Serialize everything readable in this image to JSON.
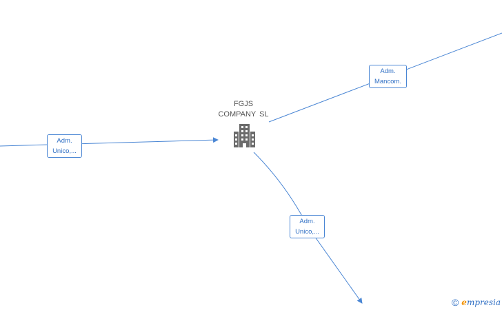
{
  "company": {
    "name_line1": "FGJS",
    "name_line2": "COMPANY  SL"
  },
  "edges": [
    {
      "id": "left",
      "label_line1": "Adm.",
      "label_line2": "Unico,..."
    },
    {
      "id": "right",
      "label_line1": "Adm.",
      "label_line2": "Mancom."
    },
    {
      "id": "down",
      "label_line1": "Adm.",
      "label_line2": "Unico,..."
    }
  ],
  "watermark": {
    "copyright_symbol": "©",
    "brand_initial": "e",
    "brand_rest": "mpresia"
  },
  "colors": {
    "edge": "#4a86d4",
    "label_text": "#2f6fc4",
    "icon": "#6b6b6b",
    "brand_orange": "#f39200"
  }
}
